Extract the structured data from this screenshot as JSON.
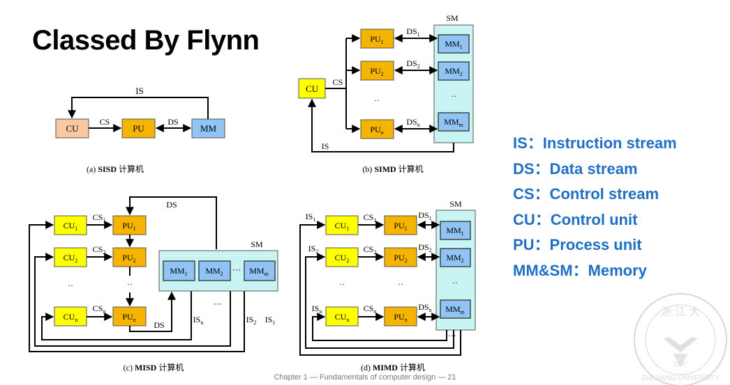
{
  "slide": {
    "title": "Classed By Flynn",
    "footer": "Chapter 1 — Fundamentals of computer design — 21"
  },
  "legend": [
    "IS：Instruction stream",
    "DS：Data stream",
    "CS：Control stream",
    "CU：Control unit",
    "PU：Process unit",
    "MM&SM：Memory"
  ],
  "diagrams": {
    "sisd": {
      "caption_tag": "(a)",
      "caption_name": "SISD",
      "caption_suffix": "计算机",
      "cu": "CU",
      "pu": "PU",
      "mm": "MM",
      "cs": "CS",
      "ds": "DS",
      "is": "IS"
    },
    "simd": {
      "caption_tag": "(b)",
      "caption_name": "SIMD",
      "caption_suffix": "计算机",
      "cu": "CU",
      "cs": "CS",
      "is": "IS",
      "sm": "SM",
      "ellipsis": "··"
    },
    "misd": {
      "caption_tag": "(c)",
      "caption_name": "MISD",
      "caption_suffix": "计算机",
      "sm": "SM",
      "ds": "DS",
      "ellipsis": "··",
      "dots3": "···"
    },
    "mimd": {
      "caption_tag": "(d)",
      "caption_name": "MIMD",
      "caption_suffix": "计算机",
      "sm": "SM",
      "ellipsis": "··",
      "dots3": "···"
    }
  },
  "colors": {
    "cu_sisd": "#f8c8a0",
    "cu": "#ffff00",
    "pu": "#f4b400",
    "mm": "#8fc4f4",
    "sm": "#c8f4f4",
    "legend": "#1f6fc5"
  },
  "seal_text": "ZHEJIANG UNIVERSITY 1897"
}
